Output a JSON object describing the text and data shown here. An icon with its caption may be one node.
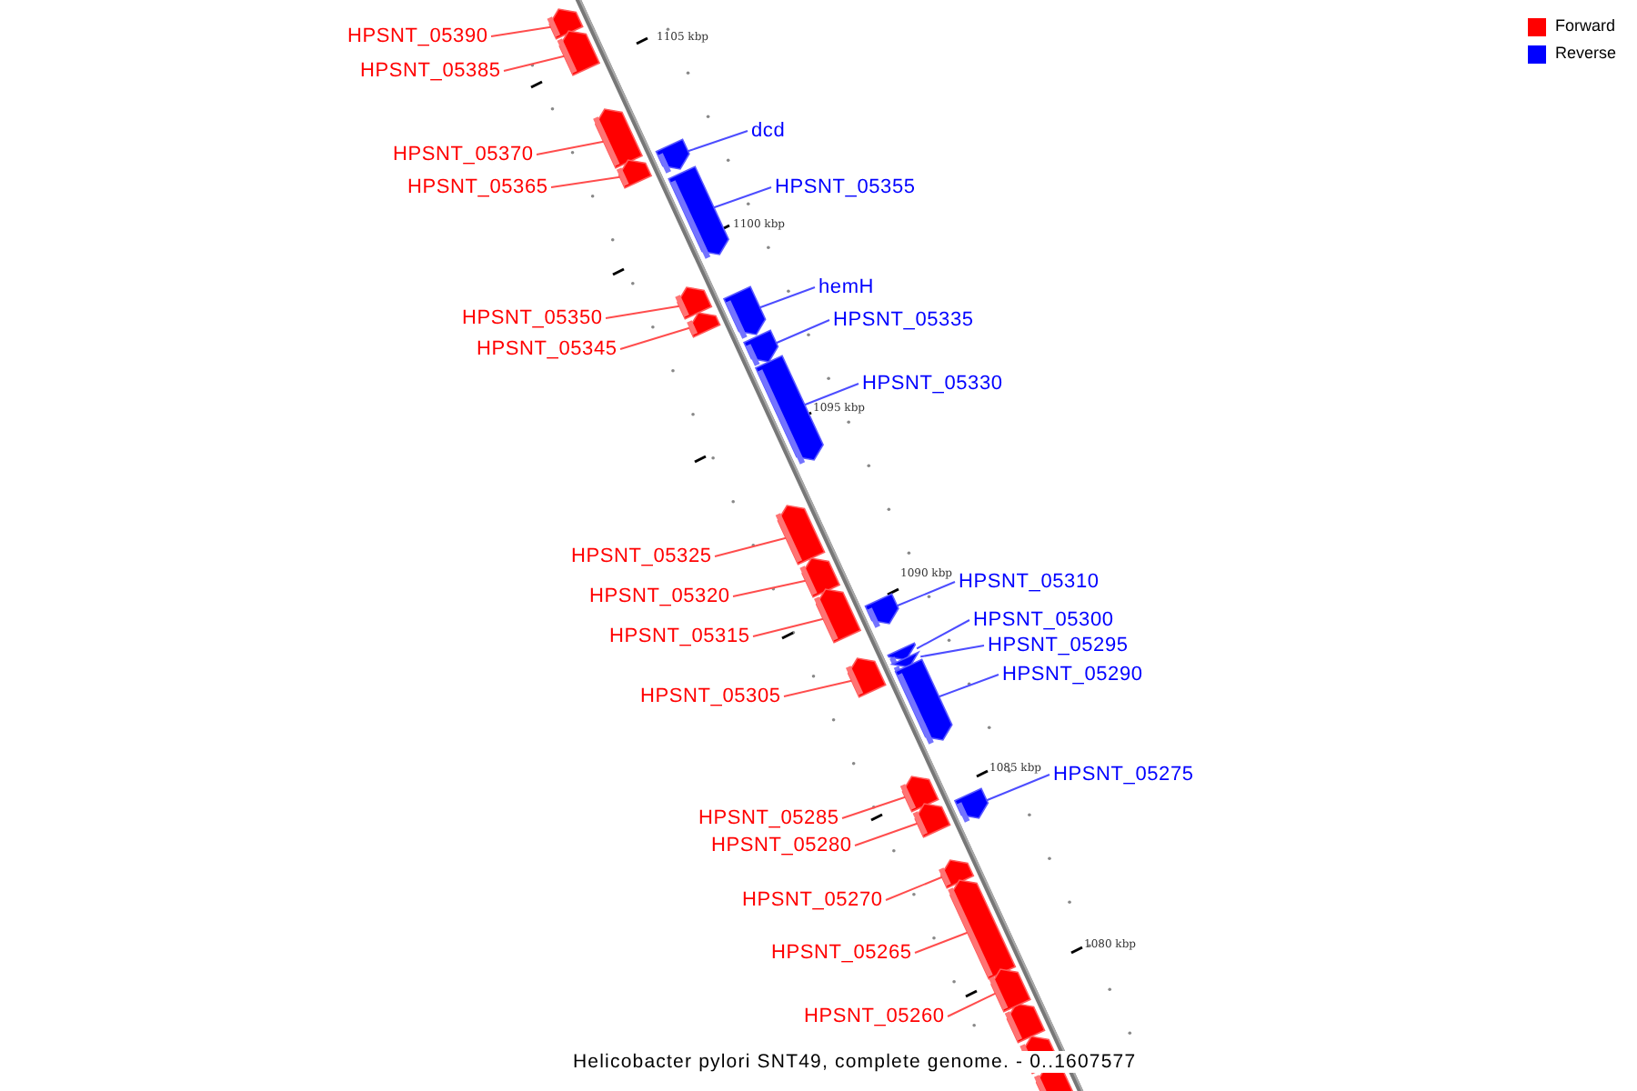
{
  "diagram": {
    "caption": "Helicobacter pylori SNT49, complete genome. - 0..1607577",
    "nodes": [
      {
        "text": [
          "HPSNT_05390"
        ]
      },
      {
        "text": [],
        "shape": "bar"
      },
      {
        "text": [
          "HPSNT_05385"
        ]
      },
      {
        "text": [],
        "shape": "bar"
      },
      {
        "text": [
          "dcd"
        ]
      },
      {
        "text": [],
        "shape": "bar"
      },
      {
        "text": [
          "HPSNT_05370"
        ]
      },
      {
        "text": [],
        "shape": "bar"
      },
      {
        "text": [
          "HPSNT_05355"
        ]
      },
      {
        "text": [],
        "shape": "bar"
      },
      {
        "text": [
          "HPSNT_05365"
        ]
      },
      {
        "text": [],
        "shape": "bar"
      },
      {
        "text": [
          "hemH"
        ]
      },
      {
        "text": [],
        "shape": "bar"
      },
      {
        "text": [
          "HPSNT_05350"
        ]
      },
      {
        "text": [],
        "shape": "bar"
      },
      {
        "text": [
          "HPSNT_05335"
        ]
      },
      {
        "text": [],
        "shape": "bar"
      },
      {
        "text": [
          "HPSNT_05345"
        ]
      },
      {
        "text": [],
        "shape": "bar"
      },
      {
        "text": [
          "HPSNT_05330"
        ]
      },
      {
        "text": [],
        "shape": "bar"
      },
      {
        "text": [
          "HPSNT_05325"
        ]
      },
      {
        "text": [],
        "shape": "bar"
      },
      {
        "text": [
          "HPSNT_05310"
        ]
      },
      {
        "text": [],
        "shape": "bar"
      },
      {
        "text": [
          "HPSNT_05320"
        ]
      },
      {
        "text": [],
        "shape": "bar"
      },
      {
        "text": [
          "HPSNT_05300"
        ]
      },
      {
        "text": [],
        "shape": "bar"
      },
      {
        "text": [
          "HPSNT_05315"
        ]
      },
      {
        "text": [],
        "shape": "bar"
      },
      {
        "text": [
          "HPSNT_05295"
        ]
      },
      {
        "text": [],
        "shape": "bar"
      },
      {
        "text": [
          "HPSNT_05290"
        ]
      },
      {
        "text": [],
        "shape": "bar"
      },
      {
        "text": [
          "HPSNT_05305"
        ]
      },
      {
        "text": [],
        "shape": "bar"
      },
      {
        "text": [
          "HPSNT_05275"
        ]
      },
      {
        "text": [],
        "shape": "bar"
      },
      {
        "text": [
          "HPSNT_05285"
        ]
      },
      {
        "text": [],
        "shape": "bar"
      },
      {
        "text": [
          "HPSNT_05280"
        ]
      },
      {
        "text": [],
        "shape": "bar"
      },
      {
        "text": [
          "HPSNT_05270"
        ]
      },
      {
        "text": [],
        "shape": "bar"
      },
      {
        "text": [
          "HPSNT_05265"
        ]
      },
      {
        "text": [],
        "shape": "bar"
      },
      {
        "text": [
          "HPSNT_05260"
        ]
      },
      {
        "text": [],
        "shape": "bar"
      }
    ],
    "edges": [
      {
        "from": 0,
        "to": 1,
        "arrow": "none"
      },
      {
        "from": 2,
        "to": 3,
        "arrow": "none"
      },
      {
        "from": 4,
        "to": 5,
        "arrow": "none",
        "color": "#4d4dff"
      },
      {
        "from": 6,
        "to": 7,
        "arrow": "none"
      },
      {
        "from": 8,
        "to": 9,
        "arrow": "none",
        "color": "#4d4dff"
      },
      {
        "from": 10,
        "to": 11,
        "arrow": "none"
      },
      {
        "from": 12,
        "to": 13,
        "arrow": "none",
        "color": "#4d4dff"
      },
      {
        "from": 14,
        "to": 15,
        "arrow": "none"
      },
      {
        "from": 16,
        "to": 17,
        "arrow": "none",
        "color": "#4d4dff"
      },
      {
        "from": 18,
        "to": 19,
        "arrow": "none"
      },
      {
        "from": 20,
        "to": 21,
        "arrow": "none",
        "color": "#4d4dff"
      },
      {
        "from": 22,
        "to": 23,
        "arrow": "none"
      },
      {
        "from": 24,
        "to": 25,
        "arrow": "none",
        "color": "#4d4dff"
      },
      {
        "from": 26,
        "to": 27,
        "arrow": "none"
      },
      {
        "from": 28,
        "to": 29,
        "arrow": "none",
        "color": "#4d4dff"
      },
      {
        "from": 30,
        "to": 31,
        "arrow": "none"
      },
      {
        "from": 32,
        "to": 33,
        "arrow": "none",
        "color": "#4d4dff"
      },
      {
        "from": 34,
        "to": 35,
        "arrow": "none",
        "color": "#4d4dff"
      },
      {
        "from": 36,
        "to": 37,
        "arrow": "none"
      },
      {
        "from": 38,
        "to": 39,
        "arrow": "none",
        "color": "#4d4dff"
      },
      {
        "from": 40,
        "to": 41,
        "arrow": "none"
      },
      {
        "from": 42,
        "to": 43,
        "arrow": "none"
      },
      {
        "from": 44,
        "to": 45,
        "arrow": "none"
      },
      {
        "from": 46,
        "to": 47,
        "arrow": "none"
      },
      {
        "from": 48,
        "to": 49,
        "arrow": "none"
      }
    ],
    "labels": [
      "1105 kbp",
      "1100 kbp",
      "1095 kbp",
      "1090 kbp",
      "1085 kbp",
      "1080 kbp"
    ],
    "legend": [
      {
        "text": "Forward",
        "color": "#ff0000"
      },
      {
        "text": "Reverse",
        "color": "#0000ff"
      }
    ]
  }
}
